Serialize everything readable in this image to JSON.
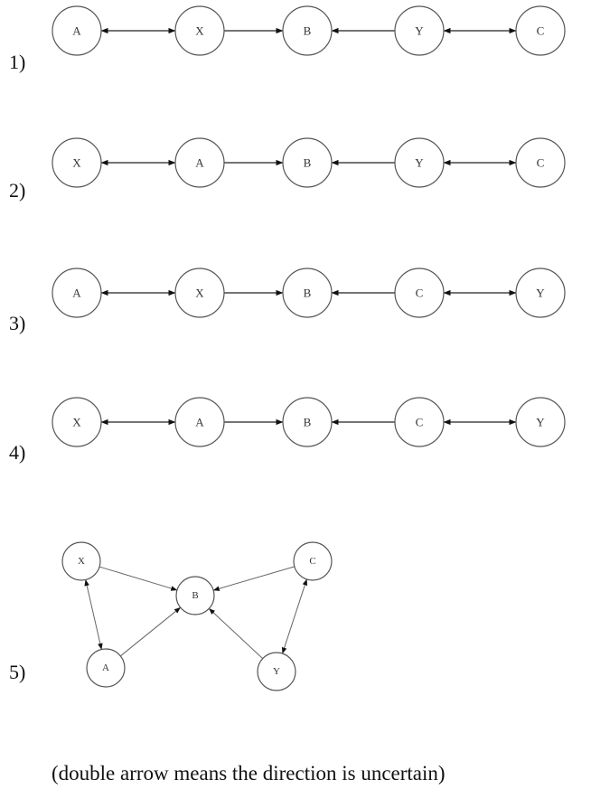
{
  "diagrams": [
    {
      "number": "1)",
      "nodes": [
        "A",
        "X",
        "B",
        "Y",
        "C"
      ],
      "edges": [
        {
          "from": "A",
          "to": "X",
          "type": "double"
        },
        {
          "from": "X",
          "to": "B",
          "type": "forward"
        },
        {
          "from": "Y",
          "to": "B",
          "type": "forward"
        },
        {
          "from": "Y",
          "to": "C",
          "type": "double"
        }
      ]
    },
    {
      "number": "2)",
      "nodes": [
        "X",
        "A",
        "B",
        "Y",
        "C"
      ],
      "edges": [
        {
          "from": "X",
          "to": "A",
          "type": "double"
        },
        {
          "from": "A",
          "to": "B",
          "type": "forward"
        },
        {
          "from": "Y",
          "to": "B",
          "type": "forward"
        },
        {
          "from": "Y",
          "to": "C",
          "type": "double"
        }
      ]
    },
    {
      "number": "3)",
      "nodes": [
        "A",
        "X",
        "B",
        "C",
        "Y"
      ],
      "edges": [
        {
          "from": "A",
          "to": "X",
          "type": "double"
        },
        {
          "from": "X",
          "to": "B",
          "type": "forward"
        },
        {
          "from": "C",
          "to": "B",
          "type": "forward"
        },
        {
          "from": "C",
          "to": "Y",
          "type": "double"
        }
      ]
    },
    {
      "number": "4)",
      "nodes": [
        "X",
        "A",
        "B",
        "C",
        "Y"
      ],
      "edges": [
        {
          "from": "X",
          "to": "A",
          "type": "double"
        },
        {
          "from": "A",
          "to": "B",
          "type": "forward"
        },
        {
          "from": "C",
          "to": "B",
          "type": "forward"
        },
        {
          "from": "C",
          "to": "Y",
          "type": "double"
        }
      ]
    },
    {
      "number": "5)",
      "nodes": [
        "X",
        "B",
        "C",
        "A",
        "Y"
      ],
      "edges": [
        {
          "from": "X",
          "to": "B",
          "type": "forward"
        },
        {
          "from": "C",
          "to": "B",
          "type": "forward"
        },
        {
          "from": "A",
          "to": "B",
          "type": "forward"
        },
        {
          "from": "Y",
          "to": "B",
          "type": "forward"
        },
        {
          "from": "X",
          "to": "A",
          "type": "double"
        },
        {
          "from": "C",
          "to": "Y",
          "type": "double"
        }
      ]
    }
  ],
  "caption": "(double arrow means the direction is uncertain)"
}
